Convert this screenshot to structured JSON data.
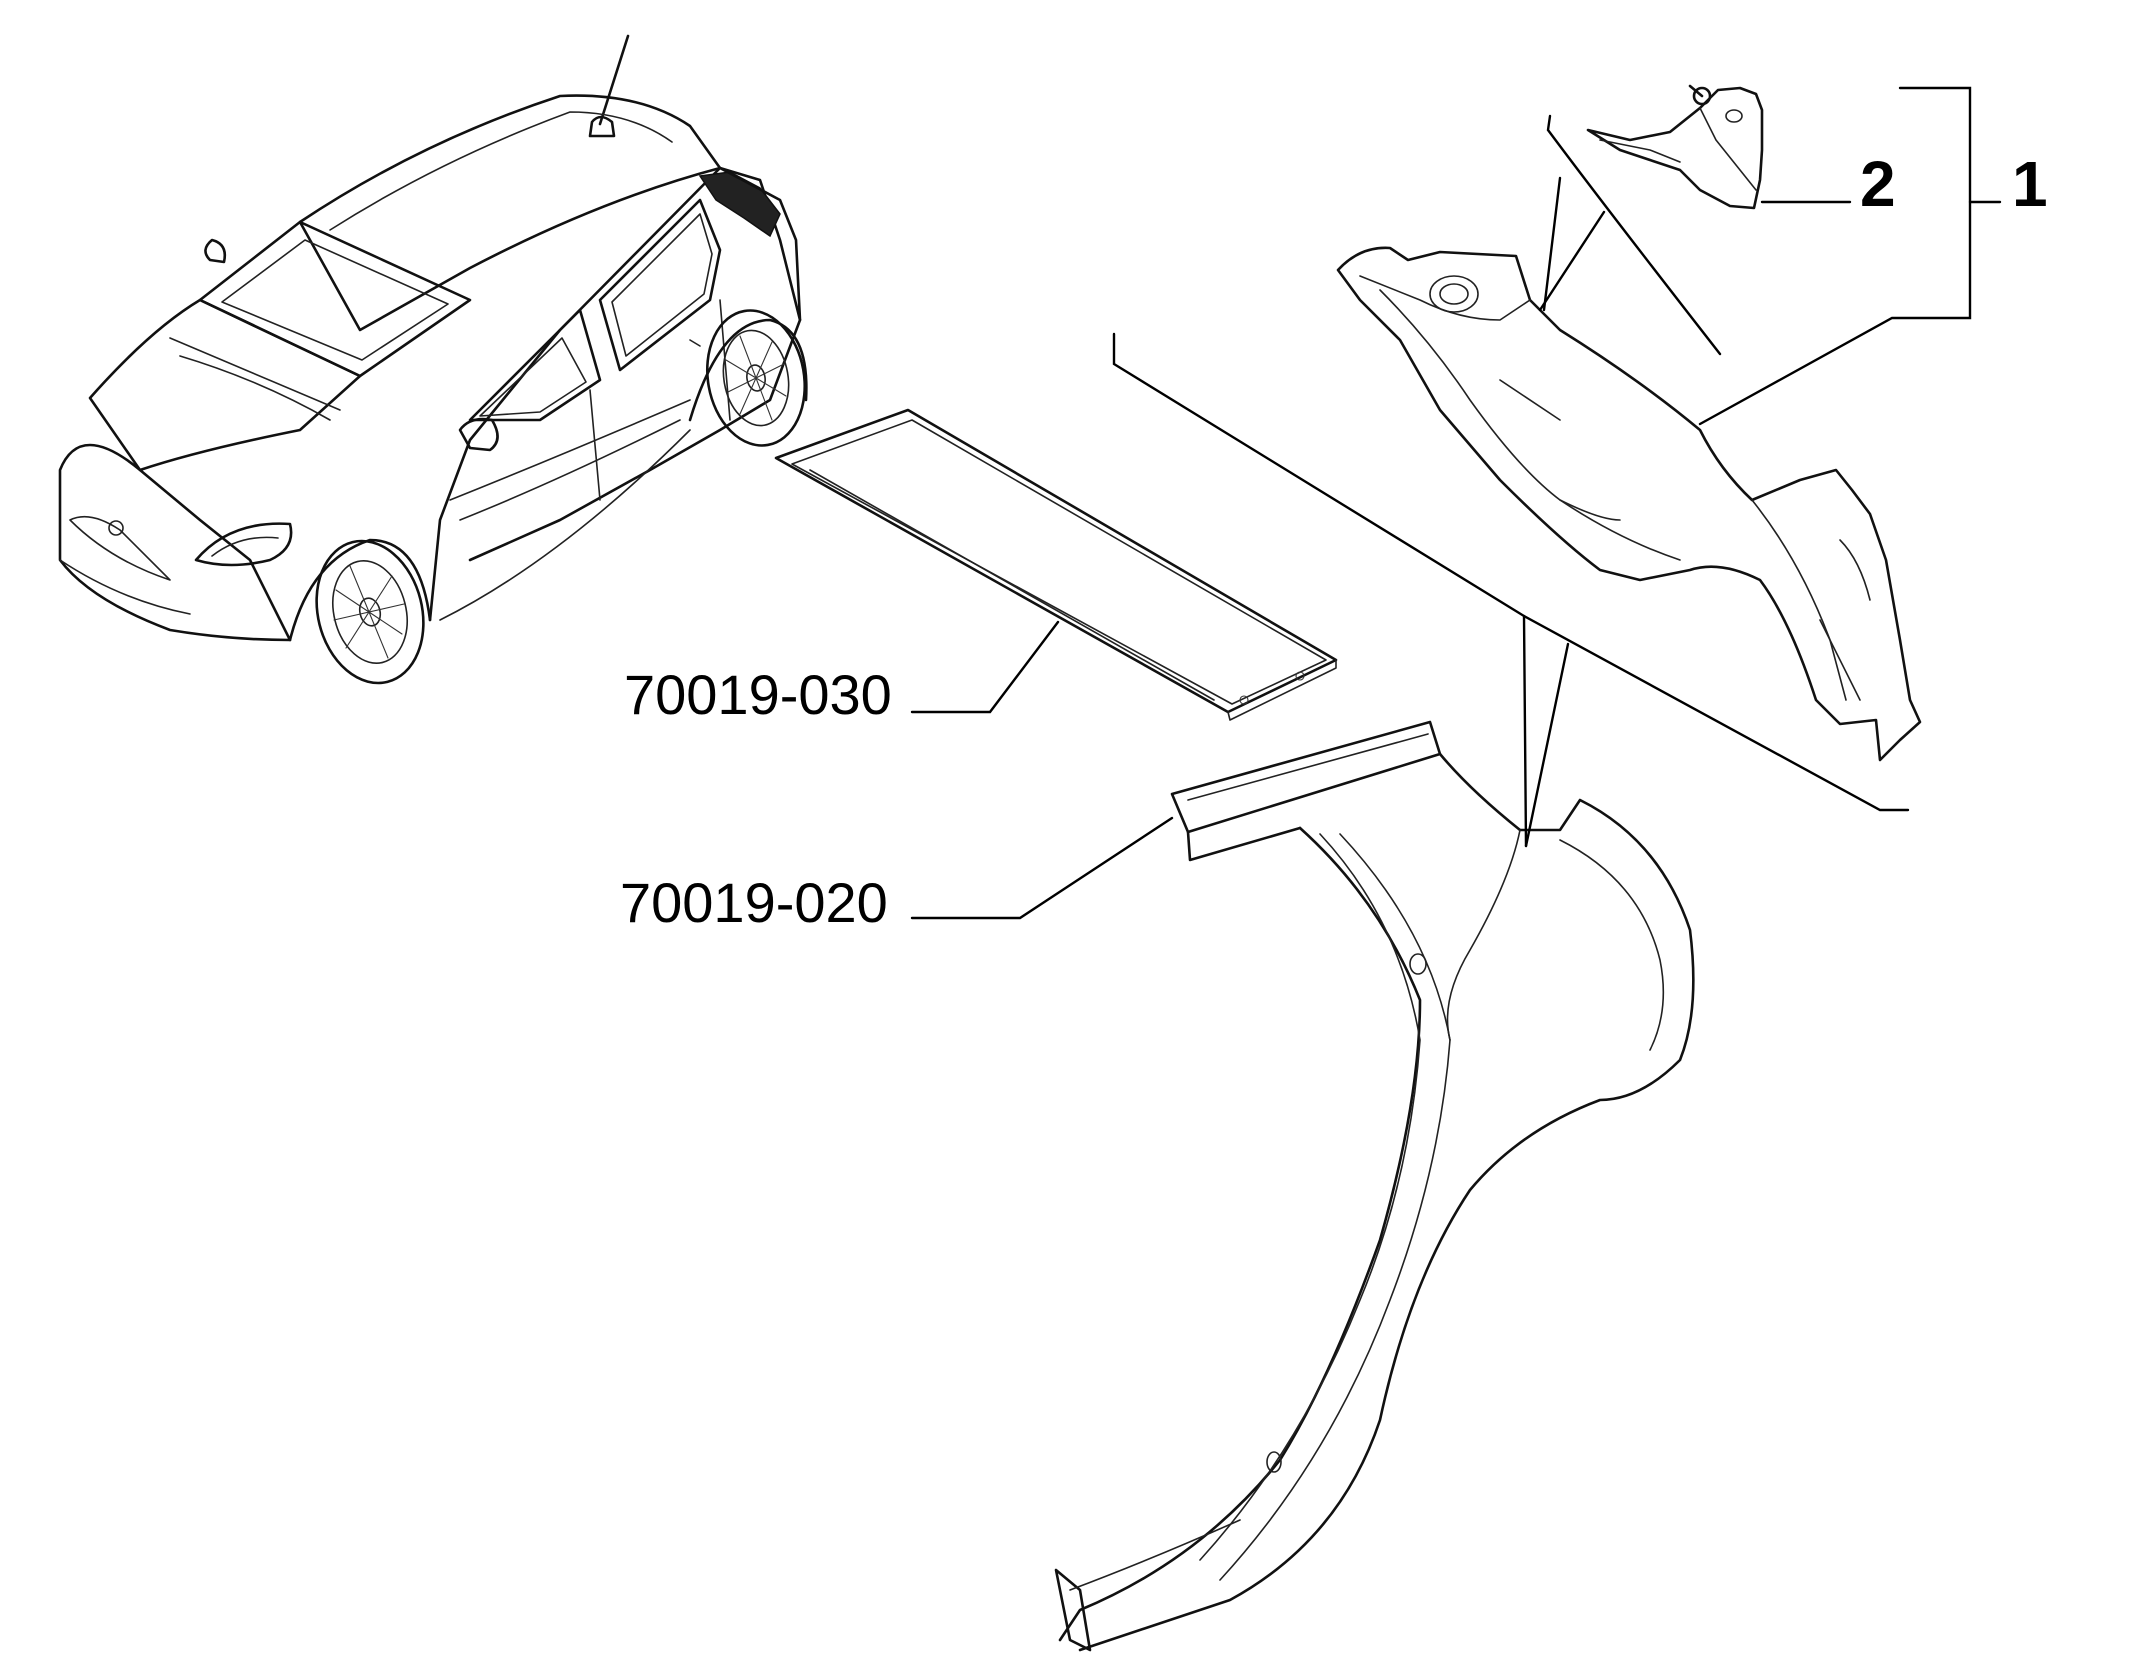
{
  "callouts": {
    "part_030": "70019-030",
    "part_020": "70019-020",
    "ref_2": "2",
    "ref_1": "1"
  },
  "colors": {
    "line": "#111111",
    "background": "#ffffff"
  }
}
